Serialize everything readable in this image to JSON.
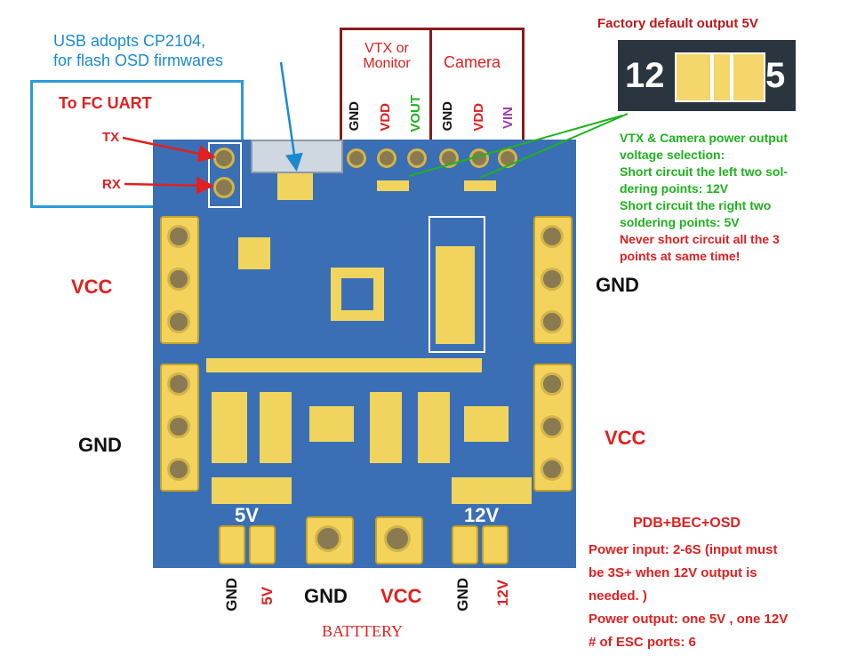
{
  "labels": {
    "usb_note_line1": "USB adopts CP2104,",
    "usb_note_line2": "for flash OSD firmwares",
    "fc_uart": "To FC UART",
    "tx": "TX",
    "rx": "RX",
    "vtx_header": "VTX or Monitor",
    "camera_header": "Camera",
    "vtx_pins": [
      "GND",
      "VDD",
      "VOUT"
    ],
    "camera_pins": [
      "GND",
      "VDD",
      "VIN"
    ],
    "factory_default": "Factory default output 5V",
    "jumper_12": "12",
    "jumper_5": "5",
    "power_select": [
      "VTX & Camera power output",
      "voltage selection:",
      "Short circuit the left two sol-",
      "dering points: 12V",
      "Short circuit the right two",
      "soldering points: 5V"
    ],
    "warning": [
      "Never short circuit all the 3",
      "points at same time!"
    ],
    "vcc_left": "VCC",
    "gnd_left": "GND",
    "gnd_right": "GND",
    "vcc_right": "VCC",
    "silk_5v": "5V",
    "silk_12v": "12V",
    "bottom_gnd1": "GND",
    "bottom_5v": "5V",
    "bottom_gnd": "GND",
    "bottom_vcc": "VCC",
    "bottom_gnd2": "GND",
    "bottom_12v": "12V",
    "battery": "BATTTERY",
    "spec_title": "PDB+BEC+OSD",
    "specs": [
      "Power input: 2-6S (input must",
      "be 3S+ when 12V output is",
      "needed. )",
      "Power output: one 5V , one 12V",
      "# of ESC ports: 6"
    ]
  },
  "colors": {
    "red": "#e02020",
    "blue": "#1a8ad0",
    "green": "#1fb21f",
    "board": "#3a6fb5",
    "pad": "#f3d35c",
    "header_box": "#8a1a1a"
  }
}
